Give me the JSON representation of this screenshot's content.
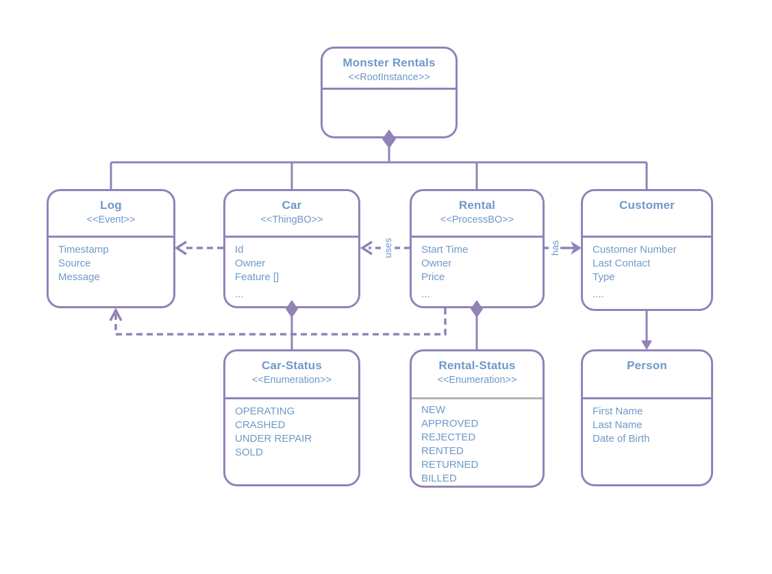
{
  "boxes": {
    "monster_rentals": {
      "title": "Monster Rentals",
      "stereotype": "<<RootInstance>>"
    },
    "log": {
      "title": "Log",
      "stereotype": "<<Event>>",
      "attrs": [
        "Timestamp",
        "Source",
        "Message"
      ]
    },
    "car": {
      "title": "Car",
      "stereotype": "<<ThingBO>>",
      "attrs": [
        "Id",
        "Owner",
        "Feature []",
        "..."
      ]
    },
    "rental": {
      "title": "Rental",
      "stereotype": "<<ProcessBO>>",
      "attrs": [
        "Start Time",
        "Owner",
        "Price",
        "..."
      ]
    },
    "customer": {
      "title": "Customer",
      "stereotype": "",
      "attrs": [
        "Customer Number",
        "Last Contact",
        "Type",
        "...."
      ]
    },
    "car_status": {
      "title": "Car-Status",
      "stereotype": "<<Enumeration>>",
      "attrs": [
        "OPERATING",
        "CRASHED",
        "UNDER REPAIR",
        "SOLD"
      ]
    },
    "rental_status": {
      "title": "Rental-Status",
      "stereotype": "<<Enumeration>>",
      "attrs": [
        "NEW",
        "APPROVED",
        "REJECTED",
        "RENTED",
        "RETURNED",
        "BILLED"
      ]
    },
    "person": {
      "title": "Person",
      "stereotype": "",
      "attrs": [
        "First Name",
        "Last Name",
        "Date of Birth"
      ]
    }
  },
  "labels": {
    "uses": "uses",
    "has": "has"
  },
  "colors": {
    "line": "#9182b8",
    "text": "#6d99c8",
    "status_divider_gray": "#b3b3b3"
  }
}
